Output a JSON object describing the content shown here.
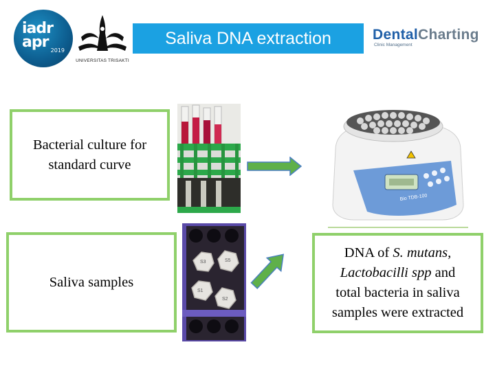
{
  "title": "Saliva DNA extraction",
  "logos": {
    "iadr_main": "iadr apr",
    "iadr_year": "2019",
    "trisakti": "UNIVERSITAS TRISAKTI",
    "dental_prefix": "Dental",
    "dental_suffix": "Charting",
    "dental_sub": "Clinic Management"
  },
  "boxes": {
    "culture": [
      "Bacterial culture for",
      "standard curve"
    ],
    "saliva": "Saliva samples",
    "dna": {
      "line1_plain": "DNA of ",
      "line1_italic": "S. mutans,",
      "line2_italic": "Lactobacilli spp",
      "line2_plain": " and",
      "line3": "total bacteria in saliva",
      "line4": "samples were extracted"
    }
  },
  "device_label": "Bio TDB-100",
  "colors": {
    "title_bg": "#1ba1e2",
    "box_border": "#8fd06a",
    "arrow_fill": "#5fb04a",
    "arrow_stroke": "#4a7fbf"
  }
}
